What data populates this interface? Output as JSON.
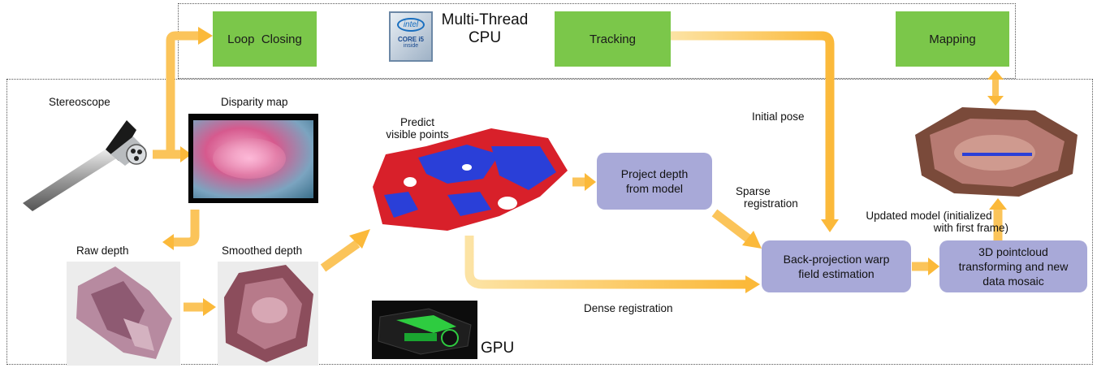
{
  "cpu": {
    "badge_brand": "intel",
    "badge_line1": "CORE i5",
    "badge_line2": "inside",
    "label_line1": "Multi-Thread",
    "label_line2": "CPU"
  },
  "gpu": {
    "label": "GPU"
  },
  "threads": {
    "loop_closing": "Loop  Closing",
    "tracking": "Tracking",
    "mapping": "Mapping"
  },
  "images": {
    "stereoscope": "Stereoscope",
    "disparity_map": "Disparity map",
    "raw_depth": "Raw depth",
    "smoothed_depth": "Smoothed depth",
    "predict_line1": "Predict",
    "predict_line2": "visible points"
  },
  "processes": {
    "project_depth_line1": "Project depth",
    "project_depth_line2": "from model",
    "backprojection_line1": "Back-projection warp",
    "backprojection_line2": "field estimation",
    "pointcloud_line1": "3D pointcloud",
    "pointcloud_line2": "transforming and new",
    "pointcloud_line3": "data mosaic"
  },
  "edges": {
    "initial_pose": "Initial pose",
    "sparse_line1": "Sparse",
    "sparse_line2": "registration",
    "dense": "Dense registration",
    "updated_line1": "Updated model (initialized",
    "updated_line2": "with first frame)"
  },
  "colors": {
    "arrow": "#fbb93a",
    "thread_box": "#7bc74a",
    "process_box": "#a8a9d8",
    "tissue_red": "#d8202a",
    "tissue_blue": "#2a3fd8"
  }
}
